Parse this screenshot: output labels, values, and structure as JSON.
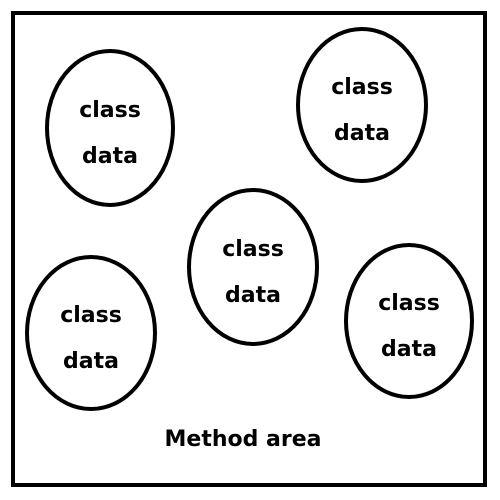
{
  "method_area": {
    "label": "Method area"
  },
  "class_data_items": [
    {
      "line1": "class",
      "line2": "data"
    },
    {
      "line1": "class",
      "line2": "data"
    },
    {
      "line1": "class",
      "line2": "data"
    },
    {
      "line1": "class",
      "line2": "data"
    },
    {
      "line1": "class",
      "line2": "data"
    }
  ],
  "colors": {
    "stroke": "#000000",
    "fill": "#ffffff"
  }
}
